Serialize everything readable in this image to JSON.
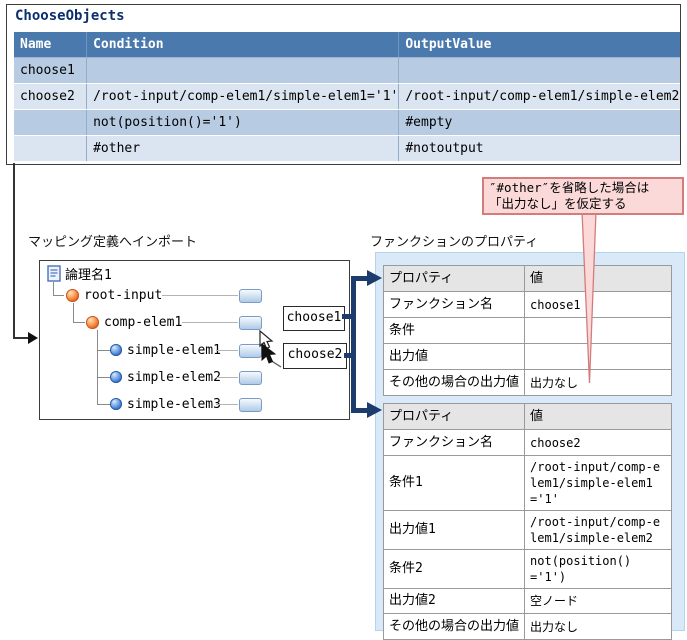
{
  "choose_objects": {
    "title": "ChooseObjects",
    "columns": [
      "Name",
      "Condition",
      "OutputValue"
    ],
    "rows": [
      [
        "choose1",
        "",
        ""
      ],
      [
        "choose2",
        "/root-input/comp-elem1/simple-elem1='1'",
        "/root-input/comp-elem1/simple-elem2"
      ],
      [
        "",
        "not(position()='1')",
        "#empty"
      ],
      [
        "",
        "#other",
        "#notoutput"
      ]
    ]
  },
  "callout": {
    "line1": "″#other″を省略した場合は",
    "line2": "「出力なし」を仮定する"
  },
  "mapping": {
    "label": "マッピング定義へインポート",
    "root_name": "論理名1",
    "nodes": [
      "root-input",
      "comp-elem1",
      "simple-elem1",
      "simple-elem2",
      "simple-elem3"
    ],
    "functions": [
      "choose1",
      "choose2"
    ]
  },
  "properties": {
    "label": "ファンクションのプロパティ",
    "headers": [
      "プロパティ",
      "値"
    ],
    "table1": {
      "rows": [
        [
          "ファンクション名",
          "choose1"
        ],
        [
          "条件",
          ""
        ],
        [
          "出力値",
          ""
        ],
        [
          "その他の場合の出力値",
          "出力なし"
        ]
      ]
    },
    "table2": {
      "rows": [
        [
          "ファンクション名",
          "choose2"
        ],
        [
          "条件1",
          "/root-input/comp-elem1/simple-elem1='1'"
        ],
        [
          "出力値1",
          "/root-input/comp-elem1/simple-elem2"
        ],
        [
          "条件2",
          "not(position()='1')"
        ],
        [
          "出力値2",
          "空ノード"
        ],
        [
          "その他の場合の出力値",
          "出力なし"
        ]
      ]
    }
  },
  "colors": {
    "table_header_blue": "#4a79ad",
    "row_blue_dark": "#b7cce3",
    "row_blue_light": "#dbe5f1",
    "navy_arrow": "#1c3c6e",
    "panel_blue": "#d9e9f8",
    "callout_pink": "#fbd9d9",
    "callout_red": "#d27c7c"
  }
}
